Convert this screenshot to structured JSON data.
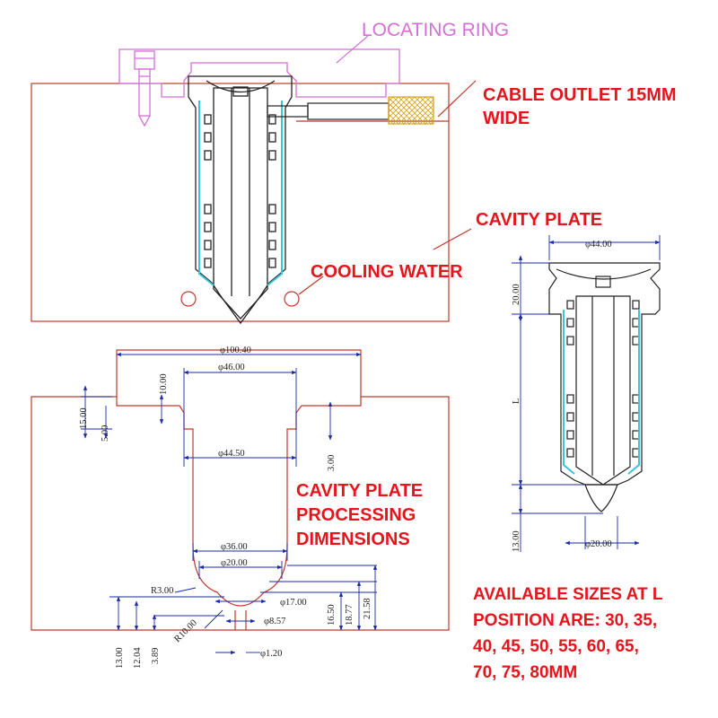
{
  "labels": {
    "locating_ring": "LOCATING RING",
    "cable_outlet_line1": "CABLE OUTLET 15MM",
    "cable_outlet_line2": "WIDE",
    "cavity_plate": "CAVITY PLATE",
    "cooling_water": "COOLING WATER",
    "processing_line1": "CAVITY PLATE",
    "processing_line2": "PROCESSING",
    "processing_line3": "DIMENSIONS",
    "sizes_line1": "AVAILABLE SIZES AT L",
    "sizes_line2": "POSITION ARE: 30, 35,",
    "sizes_line3": "40, 45, 50, 55, 60, 65,",
    "sizes_line4": "70, 75, 80MM"
  },
  "dimensions": {
    "d100_40": "φ100.40",
    "d46_00": "φ46.00",
    "d44_50": "φ44.50",
    "d36_00": "φ36.00",
    "d20_00": "φ20.00",
    "d17_00": "φ17.00",
    "d8_57": "φ8.57",
    "d1_20": "φ1.20",
    "r3_00": "R3.00",
    "r10_00": "R10.00",
    "v15_00": "15.00",
    "v10_00": "10.00",
    "v5_00": "5.00",
    "v3_00": "3.00",
    "v16_50": "16.50",
    "v18_77": "18.77",
    "v21_58": "21.58",
    "v13_00": "13.00",
    "v12_04": "12.04",
    "v3_89": "3.89"
  },
  "nozzle_dimensions": {
    "d44_00": "φ44.00",
    "v20_00": "20.00",
    "L": "L",
    "v13_00": "13.00",
    "d20_00": "φ20.00"
  },
  "colors": {
    "plate_line": "#c0392b",
    "callout_red": "#e8141c",
    "locating_ring": "#d46fd8",
    "dim_blue": "#1a2aa8",
    "nozzle_black": "#222222",
    "cooling_cyan": "#3cc3d6",
    "heater_yellow": "#f3d34a"
  }
}
